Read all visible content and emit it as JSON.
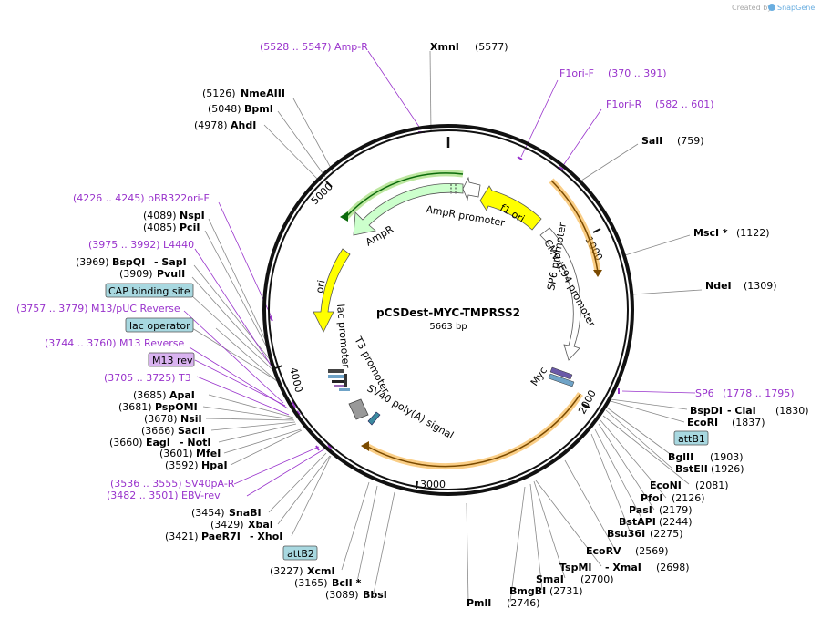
{
  "watermark": {
    "created_by": "Created by",
    "brand": "SnapGene"
  },
  "plasmid": {
    "name": "pCSDest-MYC-TMPRSS2",
    "length": "5663 bp"
  },
  "ticks": [
    "1000",
    "2000",
    "3000",
    "4000",
    "5000"
  ],
  "enzymes": {
    "xmni": {
      "pos": "(5577)",
      "name": "XmnI"
    },
    "nmeaiii": {
      "pos": "(5126)",
      "name": "NmeAIII"
    },
    "bpmi": {
      "pos": "(5048)",
      "name": "BpmI"
    },
    "ahdi": {
      "pos": "(4978)",
      "name": "AhdI"
    },
    "sali": {
      "name": "SalI",
      "pos": "(759)"
    },
    "msci": {
      "name": "MscI *",
      "pos": "(1122)"
    },
    "ndei": {
      "name": "NdeI",
      "pos": "(1309)"
    },
    "nspi": {
      "pos": "(4089)",
      "name": "NspI"
    },
    "pcii": {
      "pos": "(4085)",
      "name": "PciI"
    },
    "bspqi": {
      "pos": "(3969)",
      "name": "BspQI",
      "alt": "- SapI"
    },
    "pvuii": {
      "pos": "(3909)",
      "name": "PvuII"
    },
    "bspdi": {
      "name": "BspDI",
      "alt": "- ClaI",
      "pos": "(1830)"
    },
    "ecori": {
      "name": "EcoRI",
      "pos": "(1837)"
    },
    "bglii": {
      "name": "BglII",
      "pos": "(1903)"
    },
    "bsteii": {
      "name": "BstEII",
      "pos": "(1926)"
    },
    "econi": {
      "name": "EcoNI",
      "pos": "(2081)"
    },
    "pfoi": {
      "name": "PfoI",
      "pos": "(2126)"
    },
    "pasi": {
      "name": "PasI",
      "pos": "(2179)"
    },
    "bstapi": {
      "name": "BstAPI",
      "pos": "(2244)"
    },
    "bsu36i": {
      "name": "Bsu36I",
      "pos": "(2275)"
    },
    "ecorv": {
      "name": "EcoRV",
      "pos": "(2569)"
    },
    "tspmi": {
      "name": "TspMI",
      "alt": "- XmaI",
      "pos": "(2698)"
    },
    "smai": {
      "name": "SmaI",
      "pos": "(2700)"
    },
    "bmgbi": {
      "name": "BmgBI",
      "pos": "(2731)"
    },
    "pmli": {
      "name": "PmlI",
      "pos": "(2746)"
    },
    "apai": {
      "pos": "(3685)",
      "name": "ApaI"
    },
    "pspomi": {
      "pos": "(3681)",
      "name": "PspOMI"
    },
    "nsii": {
      "pos": "(3678)",
      "name": "NsiI"
    },
    "sacii": {
      "pos": "(3666)",
      "name": "SacII"
    },
    "eagi": {
      "pos": "(3660)",
      "name": "EagI",
      "alt": "- NotI"
    },
    "mfei": {
      "pos": "(3601)",
      "name": "MfeI"
    },
    "hpai": {
      "pos": "(3592)",
      "name": "HpaI"
    },
    "snabi": {
      "pos": "(3454)",
      "name": "SnaBI"
    },
    "xbai": {
      "pos": "(3429)",
      "name": "XbaI"
    },
    "paer7i": {
      "pos": "(3421)",
      "name": "PaeR7I",
      "alt": "- XhoI"
    },
    "xcmi": {
      "pos": "(3227)",
      "name": "XcmI"
    },
    "bcli": {
      "pos": "(3165)",
      "name": "BclI *"
    },
    "bbsi": {
      "pos": "(3089)",
      "name": "BbsI"
    }
  },
  "primers": {
    "ampr": "(5528 .. 5547)  Amp-R",
    "f1ori_f_name": "F1ori-F",
    "f1ori_f_pos": "(370 .. 391)",
    "f1ori_r_name": "F1ori-R",
    "f1ori_r_pos": "(582 .. 601)",
    "pbr322": "(4226 .. 4245)  pBR322ori-F",
    "l4440": "(3975 .. 3992)  L4440",
    "m13puc": "(3757 .. 3779)  M13/pUC Reverse",
    "m13rev": "(3744 .. 3760)  M13 Reverse",
    "t3": "(3705 .. 3725)  T3",
    "sp6_name": "SP6",
    "sp6_pos": "(1778 .. 1795)",
    "sv40par": "(3536 .. 3555)  SV40pA-R",
    "ebvrev": "(3482 .. 3501)  EBV-rev"
  },
  "boxed": {
    "cap": "CAP binding site",
    "lacop": "lac operator",
    "m13rev": "M13 rev",
    "attb1": "attB1",
    "attb2": "attB2"
  },
  "features": {
    "ampr_promoter": "AmpR promoter",
    "ampr": "AmpR",
    "f1ori": "f1 ori",
    "cmv": "CMV IE94 promoter",
    "sp6": "SP6 promoter",
    "myc": "Myc",
    "ori": "ori",
    "lac": "lac promoter",
    "t3": "T3 promoter",
    "sv40": "SV40 poly(A) signal"
  },
  "colors": {
    "backbone": "#000000",
    "ampr": "#ccffcc",
    "ori": "#ffff00",
    "promoter": "#ffffff",
    "orf_highlight": "#f5a623",
    "primer": "#9933cc",
    "box_blue": "#a8d8e0",
    "box_purple": "#d9b3f0"
  }
}
